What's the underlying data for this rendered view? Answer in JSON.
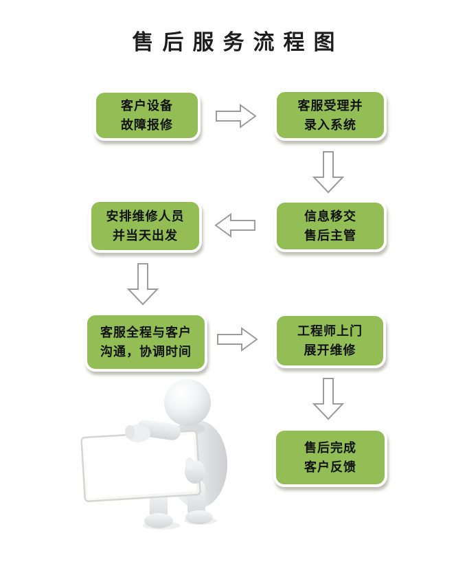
{
  "title": "售后服务流程图",
  "colors": {
    "background": "#ffffff",
    "box_fill": "#93be55",
    "box_border": "#ffffff",
    "box_shadow": "#c8c8c0",
    "box_text": "#121212",
    "title_text": "#1d1d1d",
    "arrow_fill": "#ffffff",
    "arrow_stroke": "#9b9b99"
  },
  "flow": {
    "boxes": [
      {
        "id": "box-1",
        "line1": "客户设备",
        "line2": "故障报修"
      },
      {
        "id": "box-2",
        "line1": "客服受理并",
        "line2": "录入系统"
      },
      {
        "id": "box-3",
        "line1": "信息移交",
        "line2": "售后主管"
      },
      {
        "id": "box-4",
        "line1": "安排维修人员",
        "line2": "并当天出发"
      },
      {
        "id": "box-5",
        "line1": "客服全程与客户",
        "line2": "沟通，协调时间"
      },
      {
        "id": "box-6",
        "line1": "工程师上门",
        "line2": "展开维修"
      },
      {
        "id": "box-7",
        "line1": "售后完成",
        "line2": "客户反馈"
      }
    ],
    "arrows": [
      {
        "from": "box-1",
        "to": "box-2",
        "direction": "right"
      },
      {
        "from": "box-2",
        "to": "box-3",
        "direction": "down"
      },
      {
        "from": "box-3",
        "to": "box-4",
        "direction": "left"
      },
      {
        "from": "box-4",
        "to": "box-5",
        "direction": "down"
      },
      {
        "from": "box-5",
        "to": "box-6",
        "direction": "right"
      },
      {
        "from": "box-6",
        "to": "box-7",
        "direction": "down"
      }
    ]
  },
  "illustration": {
    "name": "3d-white-figure-holding-blank-board",
    "board_text": ""
  }
}
